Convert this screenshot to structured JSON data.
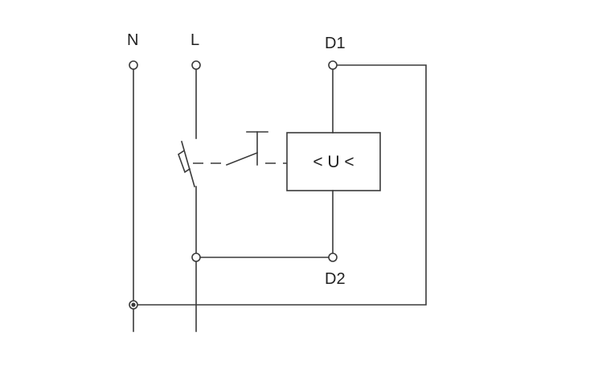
{
  "terminals": {
    "n": "N",
    "l": "L",
    "d1": "D1",
    "d2": "D2"
  },
  "relay_box": {
    "label": "< U <"
  },
  "colors": {
    "line": "#3a3a3a",
    "text": "#222222",
    "background": "#ffffff"
  }
}
